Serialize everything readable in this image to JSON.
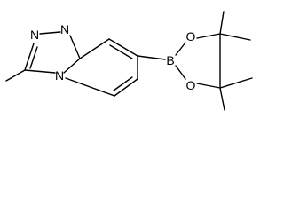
{
  "structure": {
    "atoms": {
      "n1": "N",
      "n2": "N",
      "n4": "N",
      "b": "B",
      "o1": "O",
      "o2": "O"
    }
  },
  "colors": {
    "bond": "#000000",
    "background": "#ffffff"
  }
}
